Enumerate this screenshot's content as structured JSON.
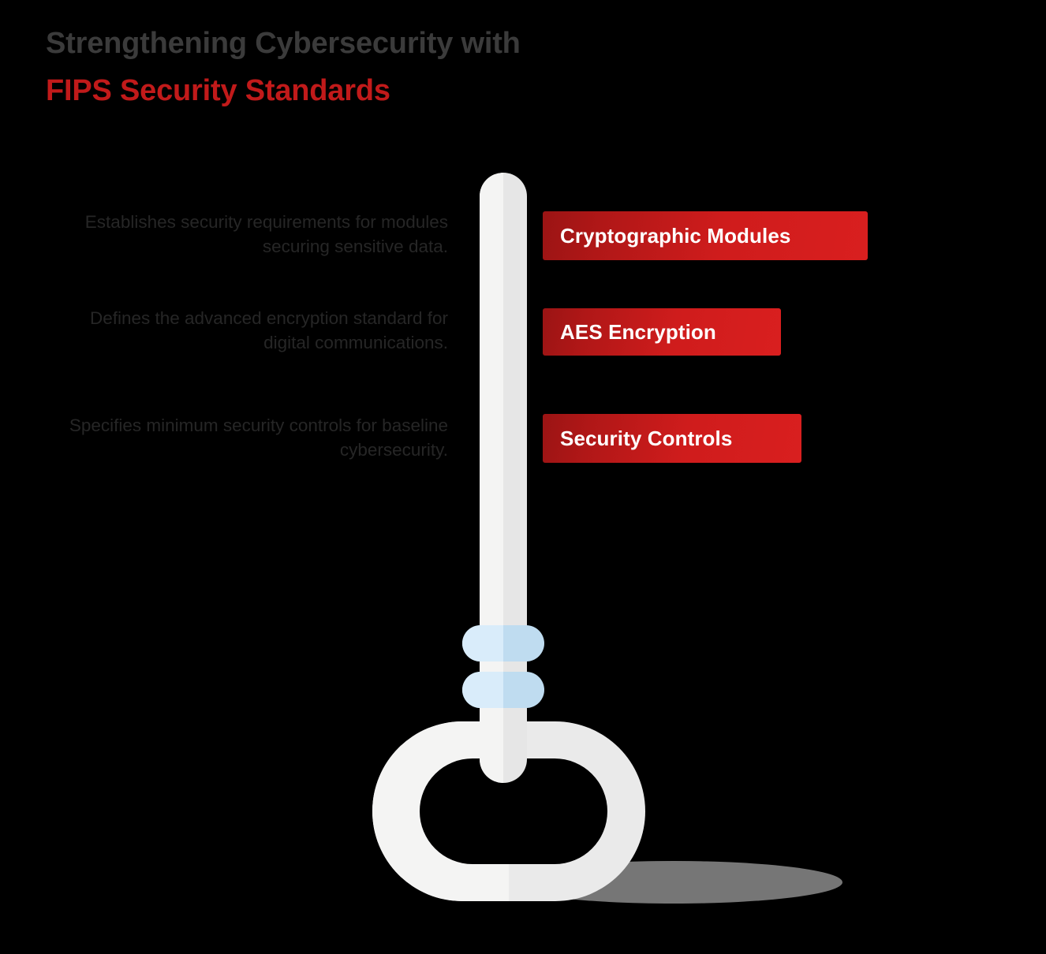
{
  "heading": {
    "line1": "Strengthening Cybersecurity with",
    "line2": "FIPS Security Standards",
    "line1_color": "#3b3b3b",
    "line2_color": "#c11a1a"
  },
  "descriptions": [
    "Establishes security requirements for modules securing sensitive data.",
    "Defines the advanced encryption standard for digital communications.",
    "Specifies minimum security controls for baseline cybersecurity."
  ],
  "labels": [
    {
      "text": "Cryptographic Modules"
    },
    {
      "text": "AES Encryption"
    },
    {
      "text": "Security Controls"
    }
  ],
  "colors": {
    "background": "#000000",
    "accent_red_dark": "#9b1414",
    "accent_red_light": "#d91f1f",
    "chip_text": "#ffffff",
    "body_text": "#262626",
    "key_light": "#f4f4f3",
    "key_shade": "#e6e6e6",
    "ring_light": "#d9ecfa",
    "ring_shade": "#bfdcf0",
    "shadow": "#767676"
  },
  "illustration": {
    "name": "key-illustration",
    "parts": [
      "key-shaft",
      "key-ring-upper",
      "key-ring-lower",
      "key-bow",
      "key-shadow"
    ]
  }
}
